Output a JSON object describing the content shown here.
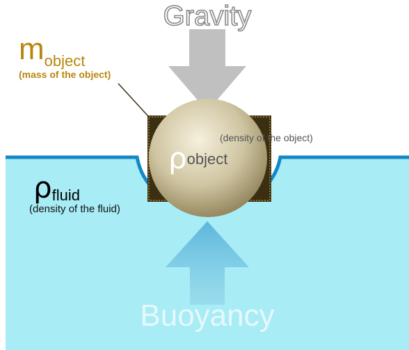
{
  "gravity_label": "Gravity",
  "buoyancy_label": "Buoyancy",
  "mass": {
    "symbol": "m",
    "subscript": "object",
    "caption": "(mass of the object)"
  },
  "object_density": {
    "symbol": "ρ",
    "subscript": "object",
    "caption": "(density of the object)"
  },
  "fluid_density": {
    "symbol": "ρ",
    "subscript": "fluid",
    "caption": "(density of the fluid)"
  },
  "colors": {
    "water": "#a8ecf6",
    "water_surface": "#1488c6",
    "gravity_arrow": "#c0c0c0",
    "buoyancy_arrow": "#5bb4d8",
    "mass_label": "#b7870d",
    "object_box": "#3a2f12",
    "sphere": "#c8bd99"
  },
  "icons": {
    "gravity": "down-arrow-icon",
    "buoyancy": "up-arrow-icon",
    "object": "sphere-icon"
  }
}
